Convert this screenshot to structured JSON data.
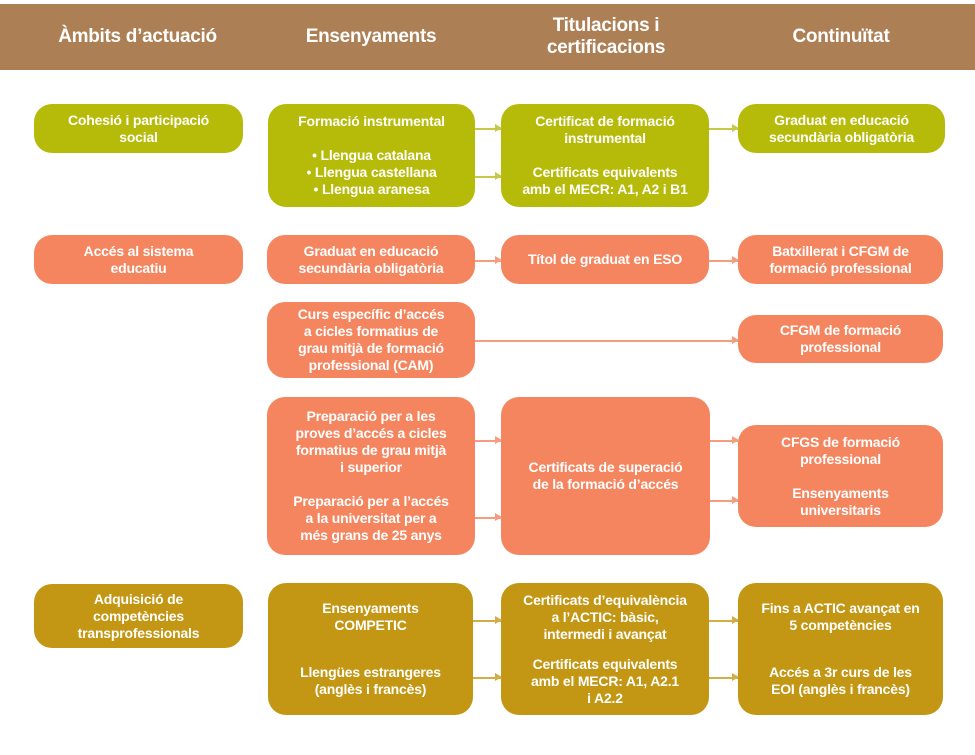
{
  "header": {
    "col1": "Àmbits d’actuació",
    "col2": "Ensenyaments",
    "col3": "Titulacions i\ncertificacions",
    "col4": "Continuïtat"
  },
  "rows": {
    "cohesio": {
      "ambit": "Cohesió i participació\nsocial",
      "ensenyament": [
        "Formació instrumental",
        "• Llengua catalana\n• Llengua castellana\n• Llengua aranesa"
      ],
      "titulacio": [
        "Certificat de formació\ninstrumental",
        "Certificats equivalents\namb el MECR: A1, A2 i B1"
      ],
      "continuitat": "Graduat en educació\nsecundària obligatòria"
    },
    "acces": {
      "ambit": "Accés al sistema\neducatiu",
      "eso": {
        "ensenyament": "Graduat en educació\nsecundària obligatòria",
        "titulacio": "Títol de graduat en ESO",
        "continuitat": "Batxillerat i CFGM de\nformació professional"
      },
      "cam": {
        "ensenyament": "Curs específic d’accés\na cicles formatius de\ngrau mitjà de formació\nprofessional (CAM)",
        "continuitat": "CFGM de formació\nprofessional"
      },
      "proves": {
        "ensenyament": [
          "Preparació per a les\nproves d’accés a cicles\nformatius de grau mitjà\ni superior",
          "Preparació per a l’accés\na la universitat per a\nmés grans de 25 anys"
        ],
        "titulacio": "Certificats de superació\nde la formació d’accés",
        "continuitat": [
          "CFGS de formació\nprofessional",
          "Ensenyaments\nuniversitaris"
        ]
      }
    },
    "competencies": {
      "ambit": "Adquisició de\ncompetències\ntransprofessionals",
      "ensenyament": [
        "Ensenyaments\nCOMPETIC",
        "Llengües estrangeres\n(anglès i francès)"
      ],
      "titulacio": [
        "Certificats d’equivalència\na l’ACTIC: bàsic,\nintermedi i avançat",
        "Certificats equivalents\namb el MECR: A1, A2.1\ni A2.2"
      ],
      "continuitat": [
        "Fins a ACTIC avançat en\n5 competències",
        "Accés a 3r curs de les\nEOI (anglès i francès)"
      ]
    }
  },
  "colors": {
    "header": "#AD7F55",
    "green": "#B6BA08",
    "orange": "#F4855F",
    "gold": "#C39613"
  }
}
